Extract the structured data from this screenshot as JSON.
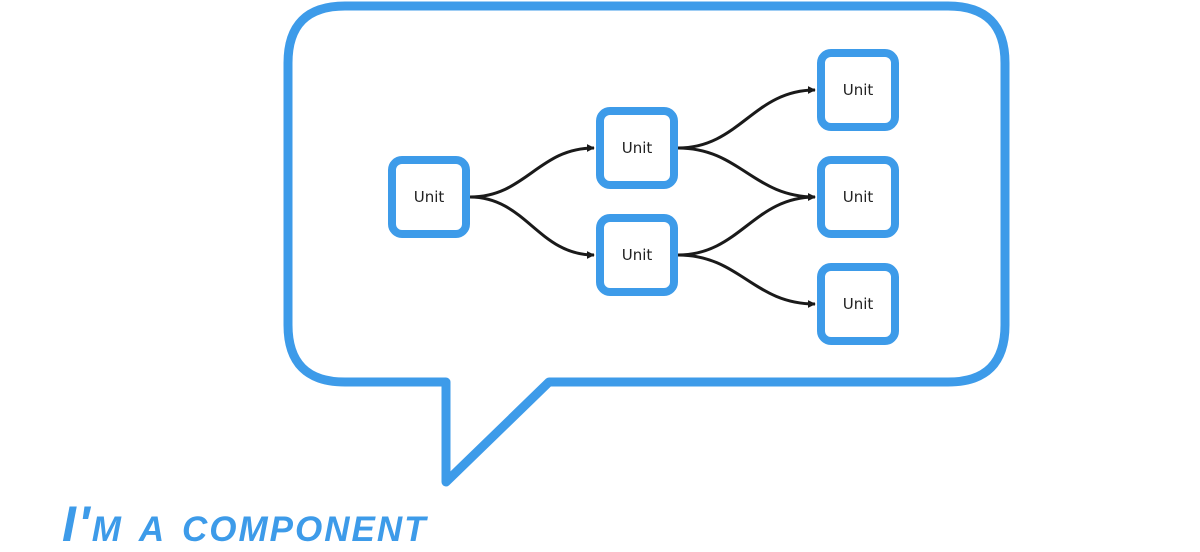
{
  "colors": {
    "accent": "#3d9be9",
    "connector": "#1a1a1a",
    "background": "#ffffff"
  },
  "diagram": {
    "nodes": [
      {
        "id": "root",
        "label": "Unit"
      },
      {
        "id": "mid-top",
        "label": "Unit"
      },
      {
        "id": "mid-bottom",
        "label": "Unit"
      },
      {
        "id": "leaf-top",
        "label": "Unit"
      },
      {
        "id": "leaf-middle",
        "label": "Unit"
      },
      {
        "id": "leaf-bottom",
        "label": "Unit"
      }
    ],
    "edges": [
      {
        "from": "root",
        "to": "mid-top"
      },
      {
        "from": "root",
        "to": "mid-bottom"
      },
      {
        "from": "mid-top",
        "to": "leaf-top"
      },
      {
        "from": "mid-top",
        "to": "leaf-middle"
      },
      {
        "from": "mid-bottom",
        "to": "leaf-middle"
      },
      {
        "from": "mid-bottom",
        "to": "leaf-bottom"
      }
    ]
  },
  "caption": "I'm a component"
}
